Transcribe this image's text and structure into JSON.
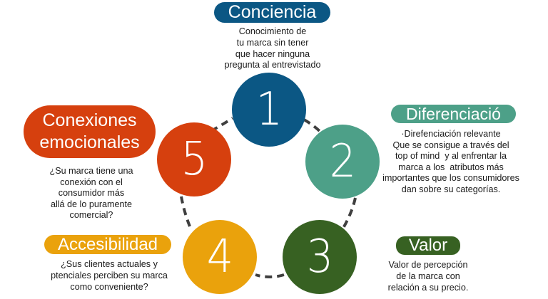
{
  "diagram": {
    "type": "cycle",
    "connector_style": "dashed",
    "connector_color": "#3f3f3f",
    "steps": [
      {
        "number": "1",
        "title": "Conciencia",
        "color": "#0b5784",
        "description": [
          "Conocimiento de",
          "tu marca sin tener",
          "que hacer ninguna",
          "pregunta al entrevistado"
        ]
      },
      {
        "number": "2",
        "title": "Diferenciació",
        "color": "#4da088",
        "description": [
          "·Direfenciación relevante",
          "Que se consigue a través del",
          "top of mind  y al enfrentar la",
          "marca a los  atributos más",
          "importantes que los consumidores",
          "dan sobre su categorías."
        ]
      },
      {
        "number": "3",
        "title": "Valor",
        "color": "#376122",
        "description": [
          "Valor de percepción",
          "de la marca con",
          "relación a su precio."
        ]
      },
      {
        "number": "4",
        "title": "Accesibilidad",
        "color": "#eaa20c",
        "description": [
          "¿Sus clientes actuales y",
          "ptenciales perciben su marca",
          "como conveniente?"
        ]
      },
      {
        "number": "5",
        "title_lines": [
          "Conexiones",
          "emocionales"
        ],
        "color": "#d6400e",
        "description": [
          "¿Su marca tiene una",
          "conexión con el",
          "consumidor más",
          "allá de lo puramente",
          "comercial?"
        ]
      }
    ]
  }
}
